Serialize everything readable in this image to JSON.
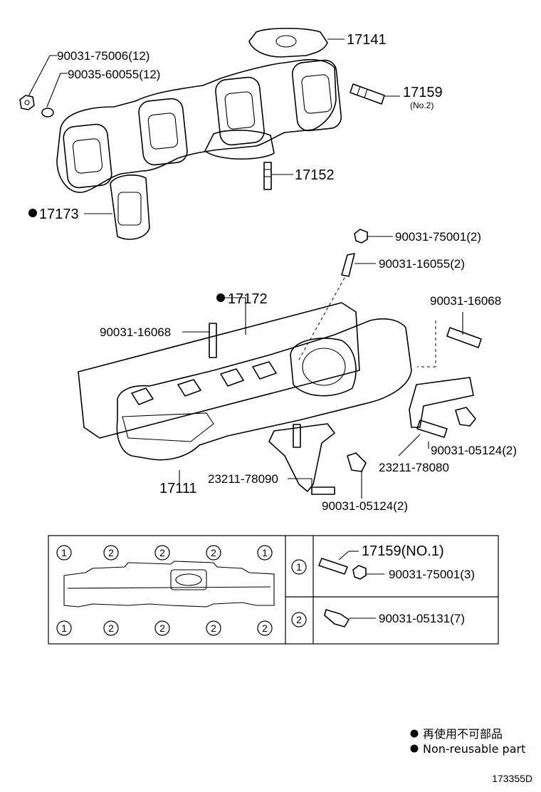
{
  "callouts": {
    "p17141": "17141",
    "p90031_75006": "90031-75006(12)",
    "p90035_60055": "90035-60055(12)",
    "p17159": "17159",
    "p17159_sub": "(No.2)",
    "p17152": "17152",
    "p17173": "17173",
    "p90031_75001": "90031-75001(2)",
    "p90031_16055": "90031-16055(2)",
    "p17172": "17172",
    "p90031_16068_left": "90031-16068",
    "p90031_16068_right": "90031-16068",
    "p90031_05124_right": "90031-05124(2)",
    "p23211_78080": "23211-78080",
    "p23211_78090": "23211-78090",
    "p17111": "17111",
    "p90031_05124_bottom": "90031-05124(2)"
  },
  "table": {
    "top_markers": [
      "1",
      "2",
      "2",
      "2",
      "1"
    ],
    "bottom_markers": [
      "1",
      "2",
      "2",
      "2",
      "2"
    ],
    "rows": [
      {
        "marker": "1",
        "items": [
          "17159(NO.1)",
          "90031-75001(3)"
        ]
      },
      {
        "marker": "2",
        "items": [
          "90031-05131(7)"
        ]
      }
    ]
  },
  "legend": {
    "line1": "再使用不可部品",
    "line2": "Non-reusable part"
  },
  "diagram_code": "173355D"
}
